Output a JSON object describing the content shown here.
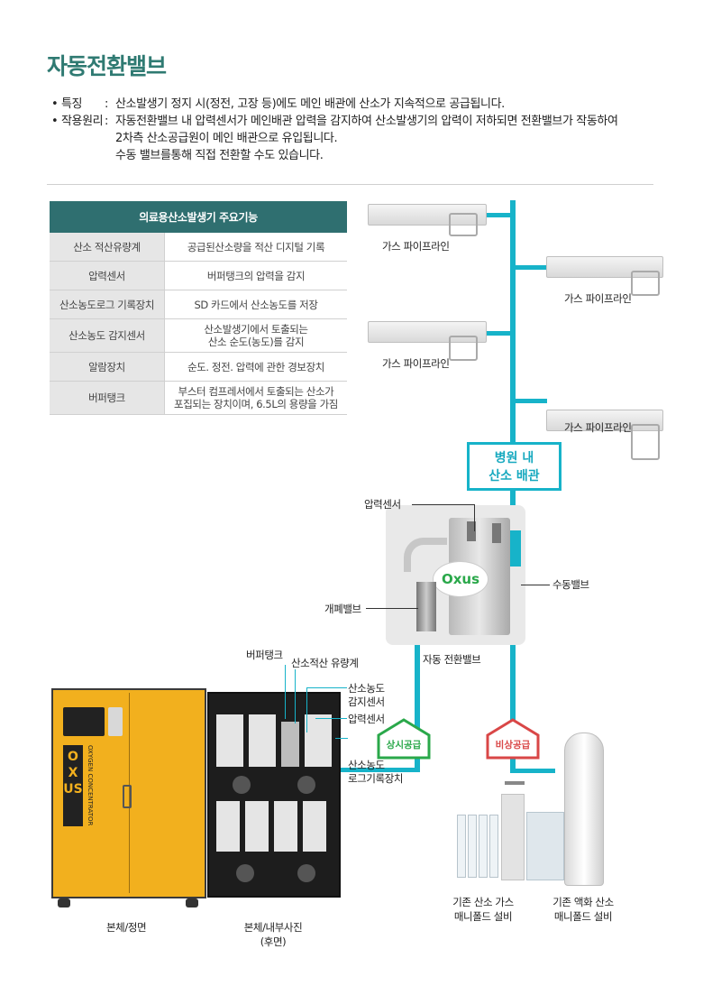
{
  "title": "자동전환밸브",
  "features": [
    {
      "label": "• 특징",
      "sep": ":",
      "lines": [
        "산소발생기 정지 시(정전, 고장 등)에도 메인 배관에 산소가 지속적으로 공급됩니다."
      ]
    },
    {
      "label": "• 작용원리",
      "sep": ":",
      "lines": [
        "자동전환밸브 내 압력센서가 메인배관 압력을 감지하여 산소발생기의 압력이 저하되면 전환밸브가 작동하여",
        "2차측 산소공급원이 메인 배관으로 유입됩니다.",
        "수동 밸브를통해 직접 전환할 수도 있습니다."
      ]
    }
  ],
  "table": {
    "header": "의료용산소발생기 주요기능",
    "rows": [
      {
        "k": "산소 적산유량계",
        "v": [
          "공급된산소량을 적산 디지털 기록"
        ]
      },
      {
        "k": "압력센서",
        "v": [
          "버퍼탱크의 압력을 감지"
        ]
      },
      {
        "k": "산소농도로그 기록장치",
        "v": [
          "SD 카드에서 산소농도를 저장"
        ]
      },
      {
        "k": "산소농도 감지센서",
        "v": [
          "산소발생기에서 토출되는",
          "산소 순도(농도)를 감지"
        ]
      },
      {
        "k": "알람장치",
        "v": [
          "순도. 정전. 압력에 관한 경보장치"
        ]
      },
      {
        "k": "버퍼탱크",
        "v": [
          "부스터 컴프레서에서 토출되는 산소가",
          "포집되는 장치이며, 6.5L의 용량을 가짐"
        ]
      }
    ]
  },
  "diagram": {
    "pipelines": [
      "가스 파이프라인",
      "가스 파이프라인",
      "가스 파이프라인",
      "가스 파이프라인"
    ],
    "hospital_pipe": [
      "병원 내",
      "산소 배관"
    ],
    "pressure_sensor": "압력센서",
    "manual_valve": "수동밸브",
    "shutoff_valve": "개폐밸브",
    "auto_valve": "자동 전환밸브",
    "oxus_logo": "Oxus",
    "buffer_tank": "버퍼탱크",
    "flow_meter": "산소적산 유량계",
    "o2_sensor": [
      "산소농도",
      "감지센서"
    ],
    "pressure_sensor2": "압력센서",
    "logger": [
      "산소농도",
      "로그기록장치"
    ],
    "normal_supply": "상시공급",
    "emergency_supply": "비상공급",
    "body_front": "본체/정면",
    "body_inner": [
      "본체/내부사진",
      "(후면)"
    ],
    "gas_manifold": [
      "기존 산소 가스",
      "매니폴드 설비"
    ],
    "liquid_manifold": [
      "기존 액화 산소",
      "매니폴드 설비"
    ],
    "cabinet_brand": "OXUS",
    "cabinet_sub": "OXYGEN CONCENTRATOR",
    "colors": {
      "pipe": "#17b3c9",
      "title": "#2f7a72",
      "normal": "#2aa84a",
      "emergency": "#d94747",
      "cabinet": "#f2b01e"
    }
  }
}
